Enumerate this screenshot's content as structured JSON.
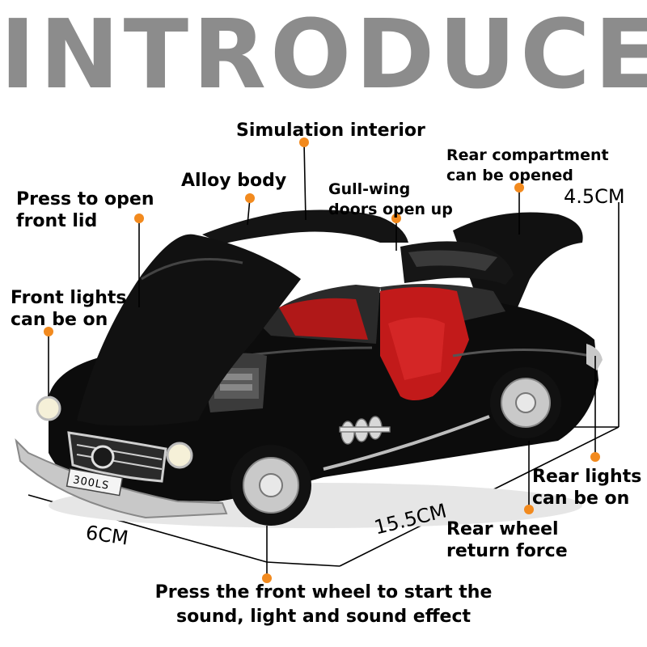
{
  "headline": "INTRODUCE",
  "headline_color": "#8c8c8c",
  "accent_color": "#f28a1e",
  "callouts": {
    "simulation_interior": "Simulation interior",
    "rear_compartment": [
      "Rear compartment",
      "can be opened"
    ],
    "alloy_body": "Alloy body",
    "gull_wing": [
      "Gull-wing",
      "doors open up"
    ],
    "press_front_lid": [
      "Press to open",
      "front lid"
    ],
    "front_lights": [
      "Front lights",
      "can be on"
    ],
    "rear_lights": [
      "Rear lights",
      "can be on"
    ],
    "rear_wheel": [
      "Rear wheel",
      "return force"
    ]
  },
  "dimensions": {
    "height": "4.5CM",
    "width": "6CM",
    "length": "15.5CM"
  },
  "license_plate": "300LS",
  "bottom_text": [
    "Press the front wheel to start the",
    "sound, light and sound effect"
  ]
}
